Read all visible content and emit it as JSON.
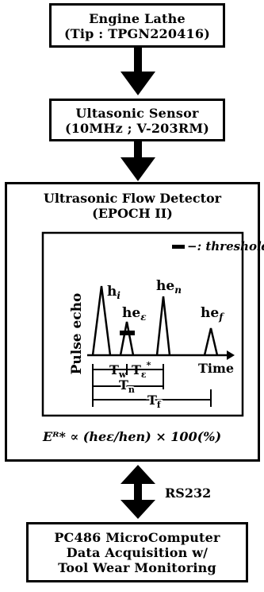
{
  "blocks": {
    "lathe": {
      "lines": [
        "Engine Lathe",
        "(Tip : TPGN220416)"
      ]
    },
    "sensor": {
      "lines": [
        "Ultasonic Sensor",
        "(10MHz ; V-203RM)"
      ]
    },
    "detector": {
      "title_lines": [
        "Ultrasonic Flow Detector",
        "(EPOCH II)"
      ],
      "plot": {
        "legend": "−: threshold",
        "ylabel": "Pulse echo",
        "xlabel": "Time",
        "peak_labels": {
          "hi": "h",
          "hi_sub": "i",
          "hee": "he",
          "hee_sub": "ε",
          "hen": "he",
          "hen_sub": "n",
          "hef": "he",
          "hef_sub": "f"
        },
        "intervals": {
          "tw": "T",
          "tw_sub": "w",
          "te": "T",
          "te_sub": "ε",
          "te_sup": "*",
          "tn": "T",
          "tn_sub": "n",
          "tf": "T",
          "tf_sub": "f"
        }
      },
      "formula": "Eᴿ* ∝ (heε/hen) × 100(%)"
    },
    "link_label": "RS232",
    "pc": {
      "lines": [
        "PC486 MicroComputer",
        "Data Acquisition w/",
        "Tool Wear Monitoring"
      ]
    }
  },
  "colors": {
    "stroke": "#000000",
    "background": "#ffffff"
  }
}
